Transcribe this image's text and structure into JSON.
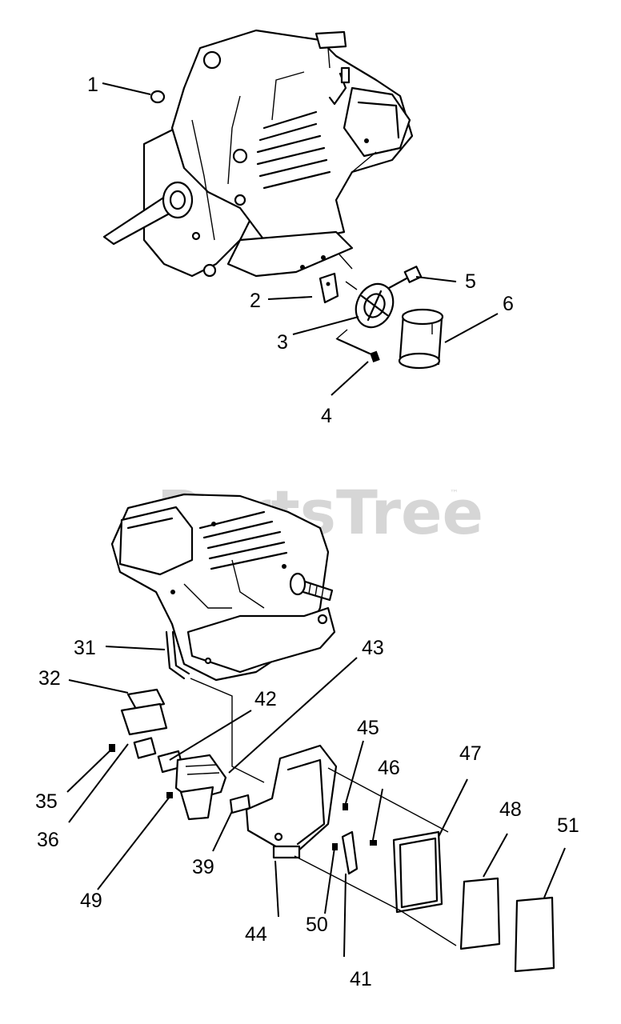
{
  "watermark": {
    "text": "PartsTree",
    "trademark": "™"
  },
  "callouts": [
    "1",
    "2",
    "3",
    "4",
    "5",
    "6",
    "31",
    "32",
    "35",
    "36",
    "39",
    "41",
    "42",
    "43",
    "44",
    "45",
    "46",
    "47",
    "48",
    "49",
    "50",
    "51"
  ]
}
